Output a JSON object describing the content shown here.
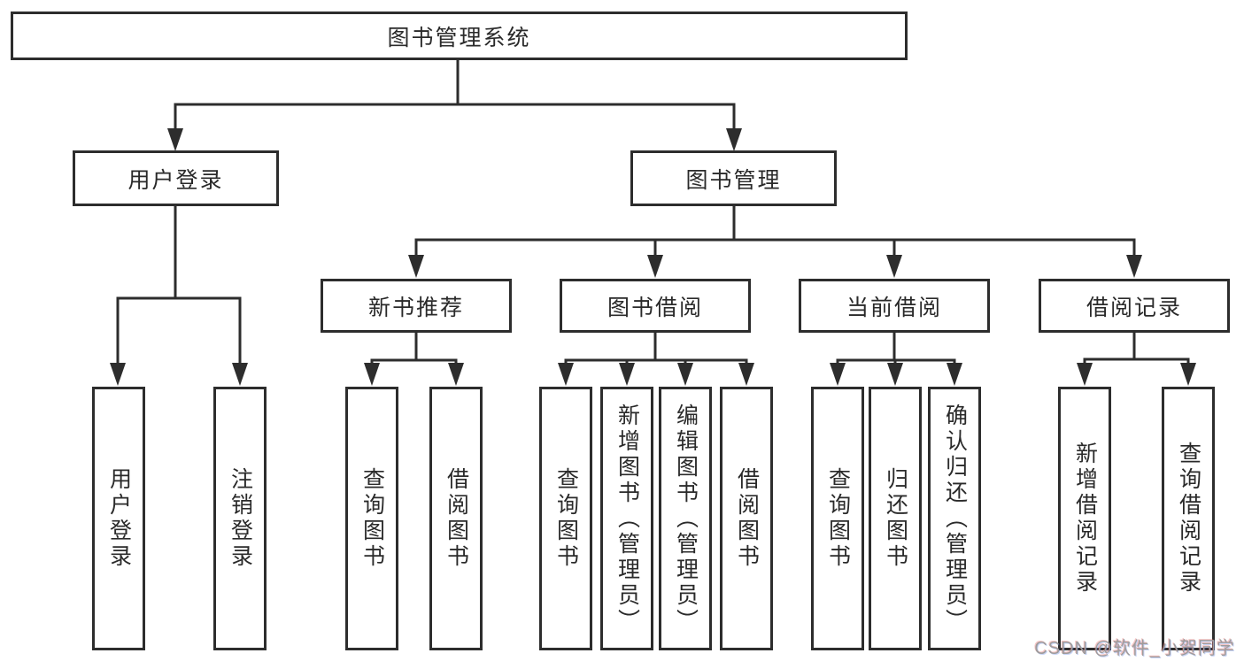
{
  "tree": {
    "root": {
      "label": "图书管理系统",
      "children": [
        {
          "label": "用户登录",
          "children": [
            {
              "label": "用户登录"
            },
            {
              "label": "注销登录"
            }
          ]
        },
        {
          "label": "图书管理",
          "children": [
            {
              "label": "新书推荐",
              "children": [
                {
                  "label": "查询图书"
                },
                {
                  "label": "借阅图书"
                }
              ]
            },
            {
              "label": "图书借阅",
              "children": [
                {
                  "label": "查询图书"
                },
                {
                  "label": "新增图书（管理员）"
                },
                {
                  "label": "编辑图书（管理员）"
                },
                {
                  "label": "借阅图书"
                }
              ]
            },
            {
              "label": "当前借阅",
              "children": [
                {
                  "label": "查询图书"
                },
                {
                  "label": "归还图书"
                },
                {
                  "label": "确认归还（管理员）"
                }
              ]
            },
            {
              "label": "借阅记录",
              "children": [
                {
                  "label": "新增借阅记录"
                },
                {
                  "label": "查询借阅记录"
                }
              ]
            }
          ]
        }
      ]
    }
  },
  "watermark": {
    "text": "CSDN @软件_小贺同学"
  },
  "colors": {
    "line": "#2d2d2d",
    "text": "#2a2a2a",
    "box_fill": "#ffffff",
    "watermark": "#9e9c9c"
  }
}
